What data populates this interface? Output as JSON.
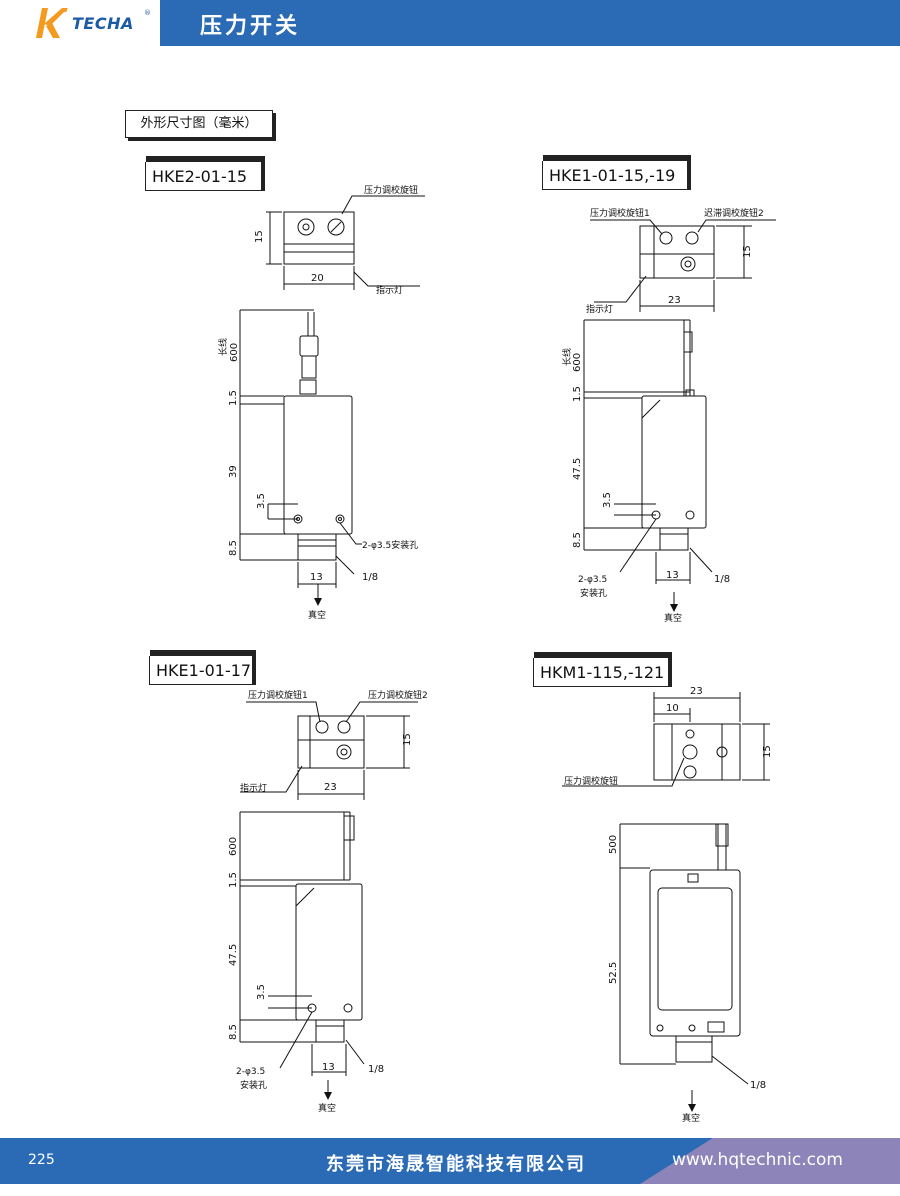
{
  "header": {
    "logo_text": "TECHA",
    "logo_reg": "®",
    "title": "压力开关"
  },
  "section_label": "外形尺寸图（毫米）",
  "models": {
    "a": "HKE2-01-15",
    "b": "HKE1-01-15,-19",
    "c": "HKE1-01-17",
    "d": "HKM1-115,-121"
  },
  "labels": {
    "knob": "压力调校旋钮",
    "knob1": "压力调校旋钮1",
    "knob2": "压力调校旋钮2",
    "hys_knob2": "迟滞调校旋钮2",
    "indicator": "指示灯",
    "hole_mount": "2-φ3.5安装孔",
    "hole": "2-φ3.5",
    "mount": "安装孔",
    "vacuum": "真空",
    "wire_len": "长线"
  },
  "dims": {
    "d15": "15",
    "d20": "20",
    "d23": "23",
    "d10": "10",
    "d600": "600",
    "d500": "500",
    "d1_5": "1.5",
    "d39": "39",
    "d47_5": "47.5",
    "d52_5": "52.5",
    "d3_5": "3.5",
    "d8_5": "8.5",
    "d13": "13",
    "d1_8": "1/8"
  },
  "footer": {
    "page": "225",
    "company": "东莞市海晟智能科技有限公司",
    "website": "www.hqtechnic.com"
  },
  "colors": {
    "header_blue": "#2b6bb6",
    "footer_purple": "#8d84b9",
    "logo_orange": "#f39a1f"
  }
}
